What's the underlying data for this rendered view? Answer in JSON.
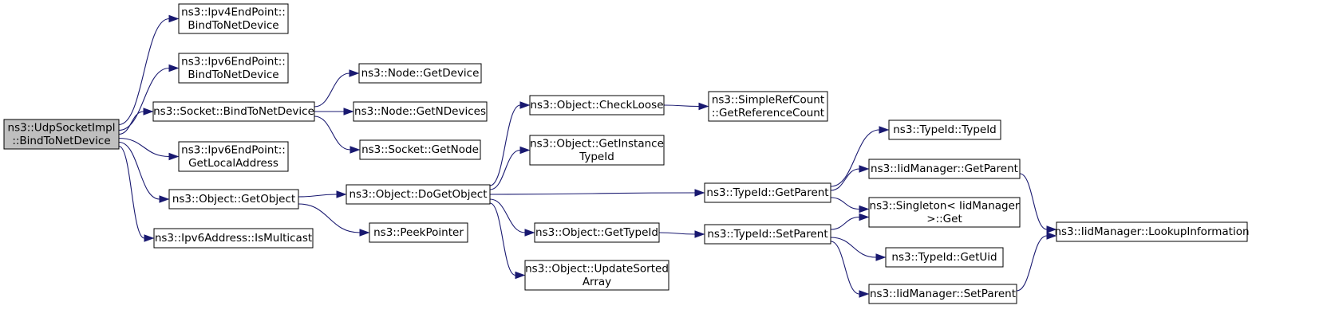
{
  "graph": {
    "nodes": [
      {
        "id": "root",
        "lines": [
          "ns3::UdpSocketImpl",
          "::BindToNetDevice"
        ],
        "root": true
      },
      {
        "id": "ipv4ep_bind",
        "lines": [
          "ns3::Ipv4EndPoint::",
          "BindToNetDevice"
        ]
      },
      {
        "id": "ipv6ep_bind",
        "lines": [
          "ns3::Ipv6EndPoint::",
          "BindToNetDevice"
        ]
      },
      {
        "id": "socket_bind",
        "lines": [
          "ns3::Socket::BindToNetDevice"
        ]
      },
      {
        "id": "ipv6ep_local",
        "lines": [
          "ns3::Ipv6EndPoint::",
          "GetLocalAddress"
        ]
      },
      {
        "id": "obj_getobject",
        "lines": [
          "ns3::Object::GetObject"
        ]
      },
      {
        "id": "ipv6addr_multicast",
        "lines": [
          "ns3::Ipv6Address::IsMulticast"
        ]
      },
      {
        "id": "node_getdevice",
        "lines": [
          "ns3::Node::GetDevice"
        ]
      },
      {
        "id": "node_getndevices",
        "lines": [
          "ns3::Node::GetNDevices"
        ]
      },
      {
        "id": "socket_getnode",
        "lines": [
          "ns3::Socket::GetNode"
        ]
      },
      {
        "id": "obj_dogetobject",
        "lines": [
          "ns3::Object::DoGetObject"
        ]
      },
      {
        "id": "peekpointer",
        "lines": [
          "ns3::PeekPointer"
        ]
      },
      {
        "id": "obj_checkloose",
        "lines": [
          "ns3::Object::CheckLoose"
        ]
      },
      {
        "id": "obj_getinstancetypeid",
        "lines": [
          "ns3::Object::GetInstance",
          "TypeId"
        ]
      },
      {
        "id": "obj_gettypeid",
        "lines": [
          "ns3::Object::GetTypeId"
        ]
      },
      {
        "id": "obj_updatesorted",
        "lines": [
          "ns3::Object::UpdateSorted",
          "Array"
        ]
      },
      {
        "id": "simplerefcount",
        "lines": [
          "ns3::SimpleRefCount",
          "::GetReferenceCount"
        ]
      },
      {
        "id": "typeid_getparent",
        "lines": [
          "ns3::TypeId::GetParent"
        ]
      },
      {
        "id": "typeid_setparent",
        "lines": [
          "ns3::TypeId::SetParent"
        ]
      },
      {
        "id": "typeid_typeid",
        "lines": [
          "ns3::TypeId::TypeId"
        ]
      },
      {
        "id": "iid_getparent",
        "lines": [
          "ns3::IidManager::GetParent"
        ]
      },
      {
        "id": "singleton_get",
        "lines": [
          "ns3::Singleton< IidManager",
          ">::Get"
        ]
      },
      {
        "id": "typeid_getuid",
        "lines": [
          "ns3::TypeId::GetUid"
        ]
      },
      {
        "id": "iid_setparent",
        "lines": [
          "ns3::IidManager::SetParent"
        ]
      },
      {
        "id": "iid_lookup",
        "lines": [
          "ns3::IidManager::LookupInformation"
        ]
      }
    ],
    "edges": [
      [
        "root",
        "ipv4ep_bind"
      ],
      [
        "root",
        "ipv6ep_bind"
      ],
      [
        "root",
        "socket_bind"
      ],
      [
        "root",
        "ipv6ep_local"
      ],
      [
        "root",
        "obj_getobject"
      ],
      [
        "root",
        "ipv6addr_multicast"
      ],
      [
        "socket_bind",
        "node_getdevice"
      ],
      [
        "socket_bind",
        "node_getndevices"
      ],
      [
        "socket_bind",
        "socket_getnode"
      ],
      [
        "obj_getobject",
        "obj_dogetobject"
      ],
      [
        "obj_getobject",
        "peekpointer"
      ],
      [
        "obj_dogetobject",
        "obj_checkloose"
      ],
      [
        "obj_dogetobject",
        "obj_getinstancetypeid"
      ],
      [
        "obj_dogetobject",
        "typeid_getparent"
      ],
      [
        "obj_dogetobject",
        "obj_gettypeid"
      ],
      [
        "obj_dogetobject",
        "obj_updatesorted"
      ],
      [
        "obj_checkloose",
        "simplerefcount"
      ],
      [
        "obj_gettypeid",
        "typeid_setparent"
      ],
      [
        "typeid_getparent",
        "typeid_typeid"
      ],
      [
        "typeid_getparent",
        "iid_getparent"
      ],
      [
        "typeid_getparent",
        "singleton_get"
      ],
      [
        "typeid_setparent",
        "singleton_get"
      ],
      [
        "typeid_setparent",
        "typeid_getuid"
      ],
      [
        "typeid_setparent",
        "iid_setparent"
      ],
      [
        "iid_getparent",
        "iid_lookup"
      ],
      [
        "iid_setparent",
        "iid_lookup"
      ]
    ]
  }
}
